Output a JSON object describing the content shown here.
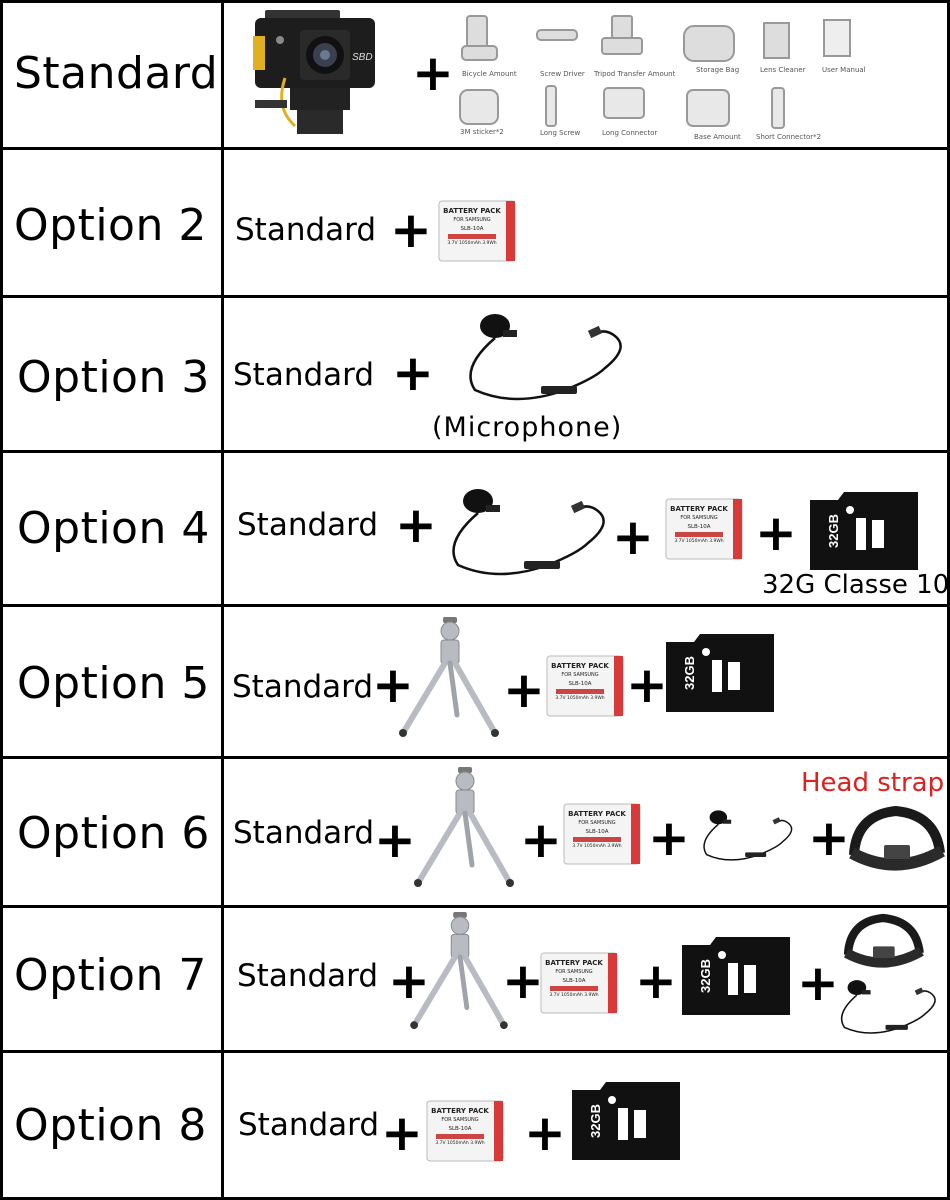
{
  "rows": [
    {
      "label": "Standard"
    },
    {
      "label": "Option 2"
    },
    {
      "label": "Option 3"
    },
    {
      "label": "Option 4"
    },
    {
      "label": "Option 5"
    },
    {
      "label": "Option 6"
    },
    {
      "label": "Option 7"
    },
    {
      "label": "Option 8"
    }
  ],
  "standard_word": "Standard",
  "plus_sign": "+",
  "microphone_caption": "(Microphone)",
  "sd_note": "32G Classe 10",
  "head_strap_note": "Head strap",
  "camera_text": "SBD",
  "accessories": [
    "Bicycle Amount",
    "Screw Driver",
    "Tripod Transfer Amount",
    "Storage Bag",
    "Lens Cleaner",
    "User Manual",
    "3M sticker*2",
    "Long Screw",
    "Long Connector",
    "Base Amount",
    "Short Connector*2"
  ],
  "battery_label": {
    "line1": "BATTERY PACK",
    "line2": "FOR SAMSUNG",
    "line3": "SLB-10A",
    "line4": "3.7V 1050mAh 3.9Wh"
  },
  "sd_card_text": "32GB",
  "colors": {
    "grid": "#000000",
    "accent_red": "#e02020",
    "battery_stripe": "#d83a3a",
    "tripod": "#b8bcc2"
  }
}
